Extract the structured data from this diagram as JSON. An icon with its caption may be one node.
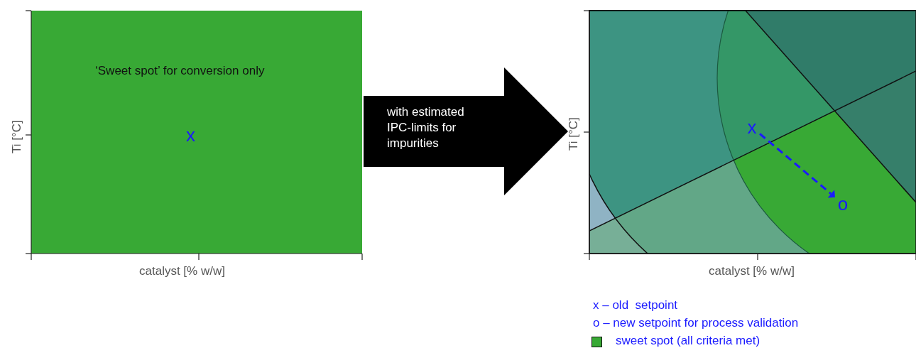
{
  "diagram": {
    "nodes": [
      {
        "text": [
          "‘Sweet spot’ for conversion only"
        ]
      },
      {
        "text": [],
        "shape": "box"
      },
      {
        "text": [
          "x"
        ],
        "in": 1
      },
      {
        "text": [
          "o"
        ],
        "in": 1
      }
    ],
    "edges": [
      {
        "from": 0,
        "to": 1,
        "arrow": "to",
        "label": "with estimated IPC-limits for impurities",
        "style": "thick"
      },
      {
        "from": 2,
        "to": 3,
        "arrow": "to",
        "style": "dashed",
        "color": "#1a1aff"
      }
    ],
    "labels": [
      "x",
      "Ti [°C]",
      "catalyst [% w/w]",
      "Ti [°C]",
      "catalyst [% w/w]"
    ],
    "legend": [
      {
        "text": "x – old  setpoint"
      },
      {
        "text": "o – new setpoint for process validation"
      },
      {
        "text": "sweet spot (all criteria met)",
        "color": "#38a935"
      }
    ]
  }
}
